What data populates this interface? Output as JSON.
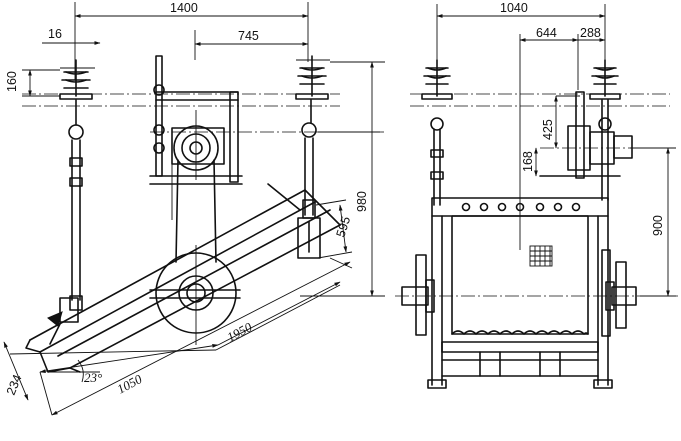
{
  "dimensions": {
    "side_view": {
      "overall_width": "1400",
      "left_offset": "16",
      "right_offset": "745",
      "spring_height": "160",
      "hanger_height": "980",
      "rod_length": "595",
      "angle": "23°",
      "lower_section": "1050",
      "upper_section": "1950",
      "trough_depth": "234"
    },
    "end_view": {
      "overall_width": "1040",
      "drive_offset": "644",
      "motor_offset": "288",
      "motor_height": "425",
      "pulley_height": "168",
      "axis_height": "900"
    }
  },
  "colors": {
    "line": "#111111",
    "background": "#ffffff"
  }
}
